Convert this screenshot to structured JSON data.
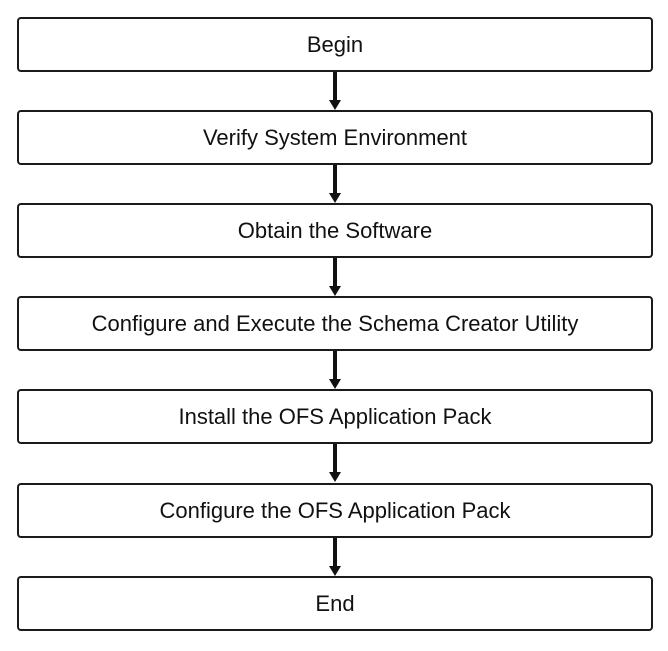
{
  "flowchart": {
    "steps": [
      {
        "label": "Begin"
      },
      {
        "label": "Verify System Environment"
      },
      {
        "label": "Obtain the Software"
      },
      {
        "label": "Configure and Execute the Schema Creator Utility"
      },
      {
        "label": "Install the OFS Application Pack"
      },
      {
        "label": "Configure the OFS Application Pack"
      },
      {
        "label": "End"
      }
    ],
    "colors": {
      "border": "#1a1a1a",
      "text": "#111111",
      "arrow": "#111111",
      "background": "#ffffff"
    }
  }
}
